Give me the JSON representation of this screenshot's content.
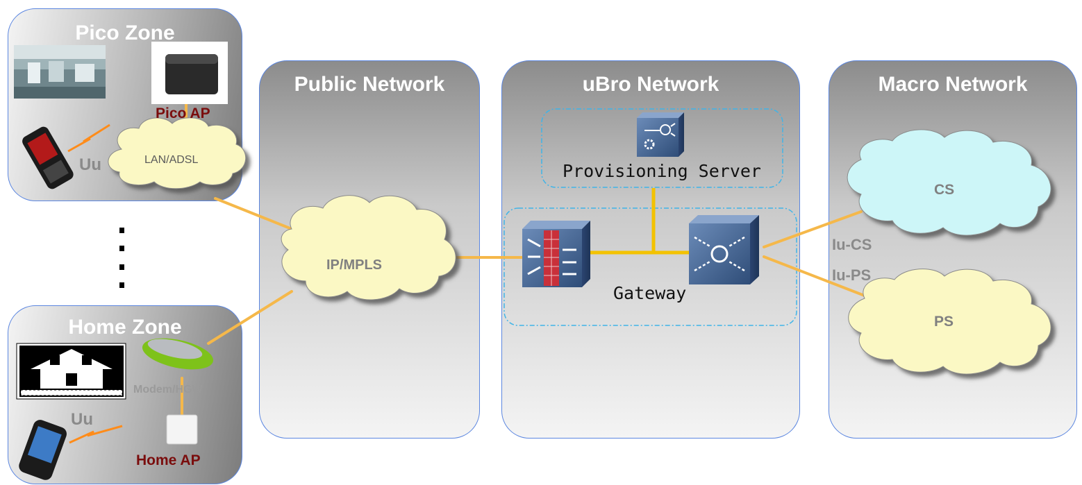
{
  "zones": {
    "pico": {
      "title": "Pico Zone"
    },
    "public": {
      "title": "Public Network"
    },
    "ubro": {
      "title": "uBro Network"
    },
    "macro": {
      "title": "Macro Network"
    },
    "home": {
      "title": "Home Zone"
    }
  },
  "labels": {
    "pico_ap": "Pico AP",
    "lan_adsl": "LAN/ADSL",
    "uu_pico": "Uu",
    "ip_mpls": "IP/MPLS",
    "provisioning_server": "Provisioning Server",
    "gateway": "Gateway",
    "cs": "CS",
    "ps": "PS",
    "iu_cs": "Iu-CS",
    "iu_ps": "Iu-PS",
    "modem_hgw": "Modem/HGW",
    "uu_home": "Uu",
    "home_ap": "Home AP"
  },
  "colors": {
    "zone_border": "#5b86e0",
    "link": "#f5b84a",
    "gateway_link": "#f3c200",
    "cloud_yellow": "#fbf8c4",
    "cloud_blue": "#cdf6f8",
    "device_blue": "#3f5f8a"
  },
  "icons": [
    "office-photo",
    "pico-ap-device",
    "mobile-phone-icon",
    "lightning-icon",
    "house-icon",
    "modem-hgw-device",
    "home-ap-device",
    "pda-phone-icon",
    "provisioning-server-icon",
    "firewall-icon",
    "gateway-router-icon"
  ]
}
